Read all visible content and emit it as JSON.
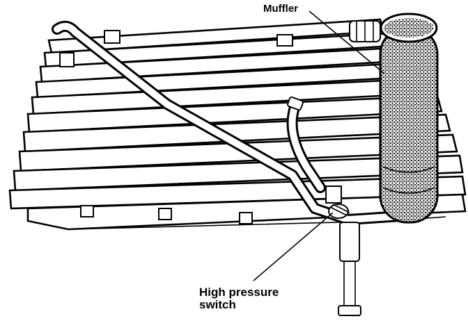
{
  "figure": {
    "labels": {
      "muffler": "Muffler",
      "high_pressure_line1": "High pressure",
      "high_pressure_line2": "switch"
    },
    "colors": {
      "ink": "#000000",
      "paper": "#ffffff"
    }
  }
}
